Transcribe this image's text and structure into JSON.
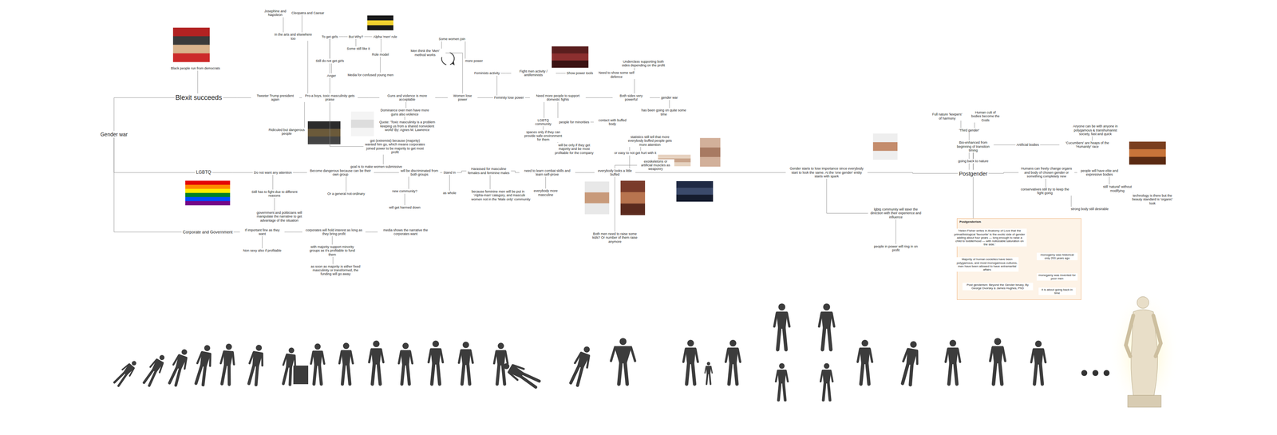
{
  "diagram": {
    "nodes": [
      {
        "text": [
          "Blexit succeeds"
        ]
      },
      {
        "text": [
          "Black people run from democrats"
        ]
      },
      {
        "text": [
          "Tweeter Trump president again"
        ]
      },
      {
        "text": [
          "Pro-a boys, toxic masculinity gets praise"
        ]
      },
      {
        "text": [
          "In the arts and elsewhere too"
        ]
      },
      {
        "text": [
          "Josephine and Napoleon"
        ]
      },
      {
        "text": [
          "Cleopatra and Caesar"
        ]
      },
      {
        "text": [
          "To get girls"
        ]
      },
      {
        "text": [
          "Still do not get girls"
        ]
      },
      {
        "text": [
          "Anger"
        ]
      },
      {
        "text": [
          "But Why?"
        ]
      },
      {
        "text": [
          "Some still like it"
        ]
      },
      {
        "text": [
          "Alpha 'men' rule"
        ]
      },
      {
        "text": [
          "Role model"
        ]
      },
      {
        "text": [
          "Media for confused young men"
        ]
      },
      {
        "text": [
          "Ridiculed but dangerous people"
        ]
      },
      {
        "text": [
          "got (extremist) because (majority) wanted him go, which means corporates joined power to be majority to get most profit"
        ]
      },
      {
        "text": [
          "goal is to make women submissive"
        ]
      },
      {
        "text": [
          "Guns and violence is more acceptable"
        ]
      },
      {
        "text": [
          "Dominance over men have more guns also violence"
        ]
      },
      {
        "text": [
          "Quote: 'Toxic masculinity is a problem keeping us from a shared nonviolent world' By: Agnes M. Lawrence"
        ]
      },
      {
        "text": [
          "Women lose power"
        ]
      },
      {
        "text": [
          "Men think the 'Men' method works"
        ]
      },
      {
        "text": [
          "Some women join"
        ]
      },
      {
        "text": [
          "more power"
        ]
      },
      {
        "text": [
          "Feminity lose power"
        ]
      },
      {
        "text": [
          "Feminists activity"
        ]
      },
      {
        "text": [
          "Fight men activity / antifeminists"
        ]
      },
      {
        "text": [
          "Show power tools"
        ]
      },
      {
        "text": [
          "Need to show some self defence"
        ]
      },
      {
        "text": [
          "Need more people to support domestic fights"
        ]
      },
      {
        "text": [
          "Both sides very powerful"
        ]
      },
      {
        "text": [
          "Underclass supporting both sides depending on the profit"
        ]
      },
      {
        "text": [
          "gender war"
        ]
      },
      {
        "text": [
          "has been going on quite some time"
        ]
      },
      {
        "text": [
          "Gender war"
        ]
      },
      {
        "text": [
          "LGBTQ community"
        ]
      },
      {
        "text": [
          "people for minorities"
        ]
      },
      {
        "text": [
          "spaces only if they can provide safe environment for them"
        ]
      },
      {
        "text": [
          "will be only if they get majority and be most profitable for the company"
        ]
      },
      {
        "text": [
          "contact with buffed body"
        ]
      },
      {
        "text": [
          "LGBTQ"
        ]
      },
      {
        "text": [
          "Do not want any attention"
        ]
      },
      {
        "text": [
          "Still has to fight due to different reasons"
        ]
      },
      {
        "text": [
          "government and politicians will manipulate the narrative to get advantage of the situation"
        ]
      },
      {
        "text": [
          "Become dangerous because can be their own group"
        ]
      },
      {
        "text": [
          "Or a general not-ordinary"
        ]
      },
      {
        "text": [
          "will be discriminated from both groups"
        ]
      },
      {
        "text": [
          "new community?"
        ]
      },
      {
        "text": [
          "will get harmed down"
        ]
      },
      {
        "text": [
          "Stand in"
        ]
      },
      {
        "text": [
          "as whole"
        ]
      },
      {
        "text": [
          "Harassed for masculine females and feminine males"
        ]
      },
      {
        "text": [
          "because feminine men will be put in the 'Alpha-man' category, and masculine women not in the 'Male only' community"
        ]
      },
      {
        "text": [
          "need to learn combat skills and learn self-prove"
        ]
      },
      {
        "text": [
          "everybody more masculine"
        ]
      },
      {
        "text": [
          "everybody looks a little buffed"
        ]
      },
      {
        "text": [
          "Both men need to raise some kids? Or number of them raise anymore"
        ]
      },
      {
        "text": [
          "statistics still tell that more everybody buffed people gets more attention"
        ]
      },
      {
        "text": [
          "or easy to not get hurt with it"
        ]
      },
      {
        "text": [
          "exoskeletons or artificial muscles as weaponry"
        ]
      },
      {
        "text": [
          "Gender starts to lose importance since everybody start to look the same. At the 'one gender' entity starts with spark"
        ]
      },
      {
        "text": [
          "lgbtq community will steer the direction with their experience and influence"
        ]
      },
      {
        "text": [
          "people in power will ring in on profit"
        ]
      },
      {
        "text": [
          "Corporate and Government"
        ]
      },
      {
        "text": [
          "If important fine as they want"
        ]
      },
      {
        "text": [
          "Non sexy also if profitable"
        ]
      },
      {
        "text": [
          "corporates will hold interest as long as they bring profit"
        ]
      },
      {
        "text": [
          "with majority support minority groups as it's profitable to fund them"
        ]
      },
      {
        "text": [
          "as soon as majority is either fixed masculinity or transformed, the funding will go away"
        ]
      },
      {
        "text": [
          "media shows the narrative the corporates want"
        ]
      },
      {
        "text": [
          "Postgender"
        ]
      },
      {
        "text": [
          "Full nature 'keepers' of harmony"
        ]
      },
      {
        "text": [
          "Human cult of bodies become the Gods"
        ]
      },
      {
        "text": [
          "'Third gender'"
        ]
      },
      {
        "text": [
          "Bio-enhanced from beginning of transition timing"
        ]
      },
      {
        "text": [
          "going back to nature"
        ]
      },
      {
        "text": [
          "Artificial bodies"
        ]
      },
      {
        "text": [
          "'Cucumbers' are heaps of the 'Humanity' race"
        ]
      },
      {
        "text": [
          "Anyone can be with anyone in polygamous & transhumanist society, fast and quick"
        ]
      },
      {
        "text": [
          "Humans can freely change organs and body of chosen gender or something completely new"
        ]
      },
      {
        "text": [
          "people will have elite and expressive bodies"
        ]
      },
      {
        "text": [
          "still 'natural' without modifying"
        ]
      },
      {
        "text": [
          "technology is there but the beauty standard is 'organic' look"
        ]
      },
      {
        "text": [
          "conservatives still try to keep the fight going"
        ]
      },
      {
        "text": [
          "strong body still desirable"
        ]
      },
      {
        "text": [
          "Postgenderism"
        ]
      },
      {
        "text": [
          "'Helen Fisher writes in Anatomy of Love that the primal/biological 'favourite' is the exotic side of gender adding about four years — long enough to raise a child to toddlerhood — with noticeable saturation on the side.'"
        ],
        "in": 86
      },
      {
        "text": [
          "Majority of human societies have been polygamous, and most monogamous cultures, men have been allowed to have extramarital affairs"
        ],
        "in": 86
      },
      {
        "text": [
          "monogamy was historical only 200 years ago"
        ],
        "in": 86
      },
      {
        "text": [
          "monogamy was invented for poor men"
        ],
        "in": 86
      },
      {
        "text": [
          "Post genderism: Beyond the Gender binary, By George Dvorsky & James Hughes, PhD"
        ],
        "in": 86
      },
      {
        "text": [
          "it is about going back in time"
        ],
        "in": 86
      }
    ],
    "edges": [
      {
        "from": 0,
        "to": 1,
        "arrow": "none"
      },
      {
        "from": 0,
        "to": 2,
        "arrow": "none"
      },
      {
        "from": 2,
        "to": 3,
        "arrow": "none"
      },
      {
        "from": 3,
        "to": 4,
        "arrow": "none"
      },
      {
        "from": 4,
        "to": 5,
        "arrow": "none"
      },
      {
        "from": 4,
        "to": 6,
        "arrow": "none"
      },
      {
        "from": 3,
        "to": 7,
        "arrow": "none"
      },
      {
        "from": 7,
        "to": 8,
        "arrow": "none"
      },
      {
        "from": 8,
        "to": 9,
        "arrow": "none"
      },
      {
        "from": 7,
        "to": 10,
        "arrow": "none"
      },
      {
        "from": 10,
        "to": 11,
        "arrow": "none"
      },
      {
        "from": 10,
        "to": 12,
        "arrow": "none"
      },
      {
        "from": 12,
        "to": 13,
        "arrow": "none"
      },
      {
        "from": 13,
        "to": 14,
        "arrow": "none"
      },
      {
        "from": 3,
        "to": 15,
        "arrow": "none"
      },
      {
        "from": 3,
        "to": 16,
        "arrow": "none"
      },
      {
        "from": 16,
        "to": 17,
        "arrow": "none"
      },
      {
        "from": 3,
        "to": 18,
        "arrow": "none"
      },
      {
        "from": 18,
        "to": 19,
        "arrow": "none"
      },
      {
        "from": 19,
        "to": 20,
        "arrow": "none"
      },
      {
        "from": 18,
        "to": 21,
        "arrow": "none"
      },
      {
        "from": 21,
        "to": 22,
        "arrow": "none"
      },
      {
        "from": 22,
        "to": 23,
        "arrow": "none"
      },
      {
        "from": 23,
        "to": 24,
        "arrow": "none"
      },
      {
        "from": 21,
        "to": 25,
        "arrow": "none"
      },
      {
        "from": 25,
        "to": 26,
        "arrow": "none"
      },
      {
        "from": 26,
        "to": 27,
        "arrow": "none"
      },
      {
        "from": 27,
        "to": 28,
        "arrow": "none"
      },
      {
        "from": 28,
        "to": 29,
        "arrow": "none"
      },
      {
        "from": 25,
        "to": 30,
        "arrow": "none"
      },
      {
        "from": 30,
        "to": 31,
        "arrow": "none"
      },
      {
        "from": 31,
        "to": 32,
        "arrow": "none"
      },
      {
        "from": 31,
        "to": 33,
        "arrow": "none"
      },
      {
        "from": 33,
        "to": 34,
        "arrow": "none"
      },
      {
        "from": 30,
        "to": 36,
        "arrow": "none"
      },
      {
        "from": 36,
        "to": 37,
        "arrow": "none"
      },
      {
        "from": 36,
        "to": 38,
        "arrow": "none"
      },
      {
        "from": 38,
        "to": 39,
        "arrow": "none"
      },
      {
        "from": 30,
        "to": 40,
        "arrow": "none"
      },
      {
        "from": 35,
        "to": 0,
        "arrow": "none"
      },
      {
        "from": 35,
        "to": 41,
        "arrow": "none"
      },
      {
        "from": 35,
        "to": 64,
        "arrow": "none"
      },
      {
        "from": 41,
        "to": 42,
        "arrow": "none"
      },
      {
        "from": 42,
        "to": 43,
        "arrow": "none"
      },
      {
        "from": 43,
        "to": 44,
        "arrow": "none"
      },
      {
        "from": 42,
        "to": 45,
        "arrow": "none"
      },
      {
        "from": 45,
        "to": 46,
        "arrow": "none"
      },
      {
        "from": 45,
        "to": 47,
        "arrow": "none"
      },
      {
        "from": 47,
        "to": 48,
        "arrow": "none"
      },
      {
        "from": 48,
        "to": 49,
        "arrow": "none"
      },
      {
        "from": 47,
        "to": 50,
        "arrow": "none"
      },
      {
        "from": 50,
        "to": 51,
        "arrow": "none"
      },
      {
        "from": 50,
        "to": 52,
        "arrow": "none"
      },
      {
        "from": 52,
        "to": 53,
        "arrow": "none"
      },
      {
        "from": 52,
        "to": 54,
        "arrow": "none"
      },
      {
        "from": 54,
        "to": 55,
        "arrow": "none"
      },
      {
        "from": 54,
        "to": 56,
        "arrow": "none"
      },
      {
        "from": 56,
        "to": 57,
        "arrow": "none"
      },
      {
        "from": 56,
        "to": 58,
        "arrow": "none"
      },
      {
        "from": 58,
        "to": 59,
        "arrow": "none"
      },
      {
        "from": 56,
        "to": 60,
        "arrow": "none"
      },
      {
        "from": 56,
        "to": 61,
        "arrow": "none"
      },
      {
        "from": 61,
        "to": 62,
        "arrow": "none"
      },
      {
        "from": 62,
        "to": 63,
        "arrow": "none"
      },
      {
        "from": 61,
        "to": 71,
        "arrow": "none"
      },
      {
        "from": 64,
        "to": 65,
        "arrow": "none"
      },
      {
        "from": 65,
        "to": 66,
        "arrow": "none"
      },
      {
        "from": 65,
        "to": 67,
        "arrow": "none"
      },
      {
        "from": 67,
        "to": 68,
        "arrow": "none"
      },
      {
        "from": 68,
        "to": 69,
        "arrow": "none"
      },
      {
        "from": 67,
        "to": 70,
        "arrow": "none"
      },
      {
        "from": 71,
        "to": 74,
        "arrow": "none"
      },
      {
        "from": 74,
        "to": 72,
        "arrow": "none"
      },
      {
        "from": 74,
        "to": 73,
        "arrow": "none"
      },
      {
        "from": 71,
        "to": 75,
        "arrow": "none"
      },
      {
        "from": 75,
        "to": 76,
        "arrow": "none"
      },
      {
        "from": 71,
        "to": 77,
        "arrow": "none"
      },
      {
        "from": 77,
        "to": 78,
        "arrow": "none"
      },
      {
        "from": 78,
        "to": 79,
        "arrow": "none"
      },
      {
        "from": 71,
        "to": 80,
        "arrow": "none"
      },
      {
        "from": 80,
        "to": 81,
        "arrow": "none"
      },
      {
        "from": 81,
        "to": 82,
        "arrow": "none"
      },
      {
        "from": 82,
        "to": 83,
        "arrow": "none"
      },
      {
        "from": 80,
        "to": 84,
        "arrow": "none"
      },
      {
        "from": 84,
        "to": 85,
        "arrow": "none"
      },
      {
        "from": 71,
        "to": 86,
        "arrow": "none"
      }
    ]
  }
}
